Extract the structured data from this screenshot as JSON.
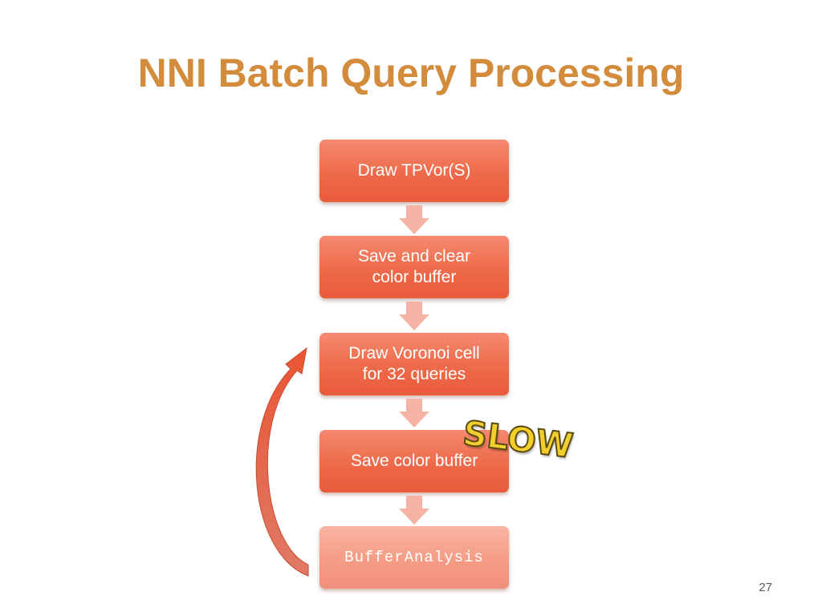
{
  "slide": {
    "title": "NNI Batch Query Processing",
    "page_number": "27",
    "callout": "SLOW"
  },
  "flow": {
    "steps": [
      {
        "label": "Draw TPVor(S)"
      },
      {
        "label": "Save and clear\ncolor buffer"
      },
      {
        "label": "Draw Voronoi cell\nfor 32 queries"
      },
      {
        "label": "Save color buffer"
      },
      {
        "label": "BufferAnalysis"
      }
    ]
  },
  "colors": {
    "title": "#d38b3c",
    "box_fill": "#ee6a4a",
    "box_fill_light": "#f59c85",
    "connector_arrow": "#f6b3a3",
    "loop_arrow": "#e9573a",
    "callout_fill": "#f2cf2c"
  },
  "icons": {
    "connector": "down-arrow-icon",
    "loop": "loop-back-arrow-icon"
  }
}
